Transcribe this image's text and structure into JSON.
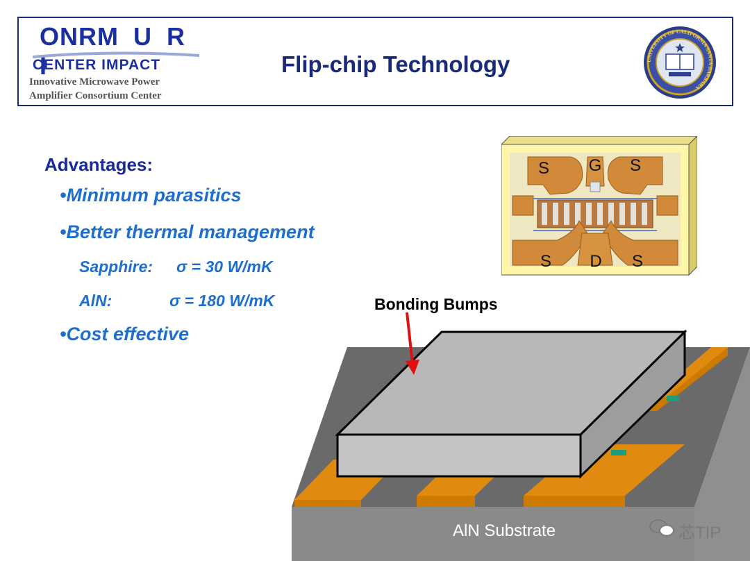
{
  "header": {
    "logo": {
      "line_main_a": "ONR",
      "line_main_b": "M U R I",
      "line_sub": "CENTER IMPACT",
      "line_3": "Innovative Microwave Power",
      "line_4": "Amplifier Consortium Center"
    },
    "title": "Flip-chip Technology",
    "seal_text": "UNIVERSITY OF CALIFORNIA SANTA BARBARA"
  },
  "content": {
    "advantages_title": "Advantages:",
    "bullets": [
      "•Minimum parasitics",
      "•Better thermal management",
      "•Cost effective"
    ],
    "sapphire_label": "Sapphire:",
    "sapphire_value": "σ = 30 W/mK",
    "aln_label": "AlN:",
    "aln_value": "σ = 180 W/mK"
  },
  "chip_photo": {
    "top_labels": [
      "S",
      "G",
      "S"
    ],
    "bottom_labels": [
      "S",
      "D",
      "S"
    ]
  },
  "diagram": {
    "bonding_label": "Bonding Bumps",
    "substrate_label": "AlN Substrate"
  },
  "watermark": {
    "text": "芯TIP"
  },
  "colors": {
    "title_navy": "#1a2a7a",
    "bullet_blue": "#1e6ecf",
    "gold_trace": "#cc7a00",
    "substrate_gray": "#8a8a8a",
    "chip_gray": "#bdbdbd",
    "arrow_red": "#e01010"
  }
}
